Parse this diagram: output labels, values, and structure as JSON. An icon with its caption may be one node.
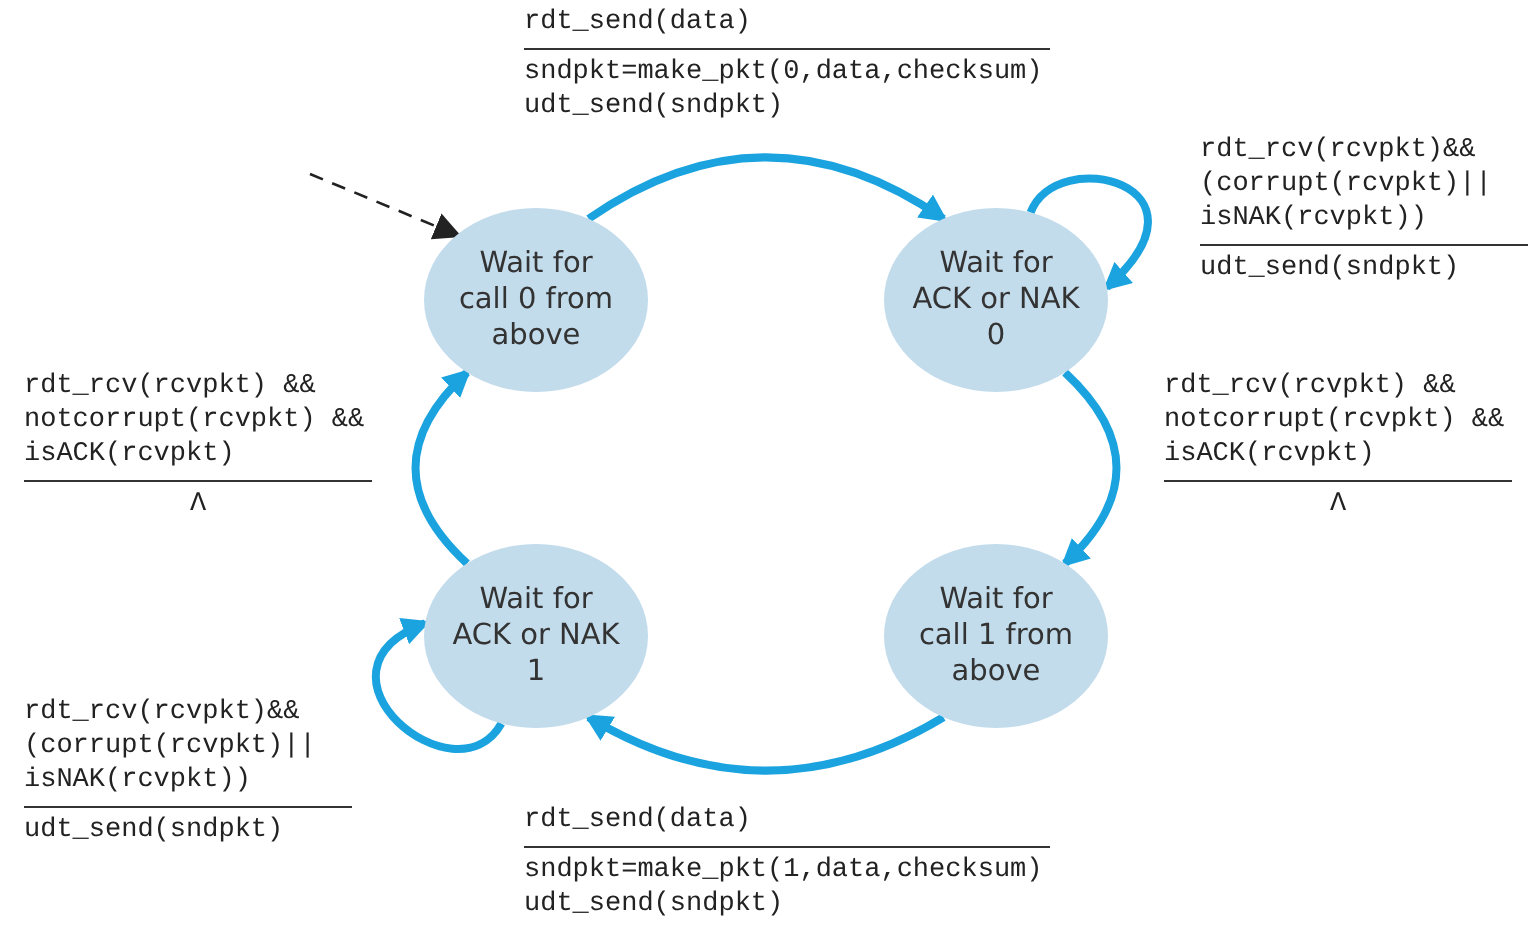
{
  "diagram": {
    "nodes": [
      {
        "text": [
          "Wait for call 0 from above"
        ]
      },
      {
        "text": [
          "Wait for ACK or NAK 0"
        ]
      },
      {
        "text": [
          "Wait for ACK or NAK 1"
        ]
      },
      {
        "text": [
          "Wait for call 1 from above"
        ]
      }
    ],
    "edges": [
      {
        "from": null,
        "to": 0,
        "arrow": "to",
        "style": "dashed",
        "color": "#222222"
      },
      {
        "from": 0,
        "to": 1,
        "arrow": "to",
        "label": "rdt_send(data)"
      },
      {
        "from": 1,
        "to": 1,
        "arrow": "to",
        "label": "rdt_rcv(rcvpkt)&& (corrupt(rcvpkt)|| isNAK(rcvpkt))"
      },
      {
        "from": 1,
        "to": 3,
        "arrow": "to",
        "label": "rdt_rcv(rcvpkt) && notcorrupt(rcvpkt) && isACK(rcvpkt)"
      },
      {
        "from": 3,
        "to": 2,
        "arrow": "to",
        "label": "rdt_send(data)"
      },
      {
        "from": 2,
        "to": 2,
        "arrow": "to",
        "label": "rdt_rcv(rcvpkt)&& (corrupt(rcvpkt)|| isNAK(rcvpkt))"
      },
      {
        "from": 2,
        "to": 0,
        "arrow": "to",
        "label": "rdt_rcv(rcvpkt) && notcorrupt(rcvpkt) && isACK(rcvpkt)"
      }
    ],
    "labels": [
      "sndpkt=make_pkt(0,data,checksum)",
      "udt_send(sndpkt)",
      "udt_send(sndpkt)",
      "Λ",
      "Λ",
      "udt_send(sndpkt)",
      "sndpkt=make_pkt(1,data,checksum)",
      "udt_send(sndpkt)"
    ]
  }
}
